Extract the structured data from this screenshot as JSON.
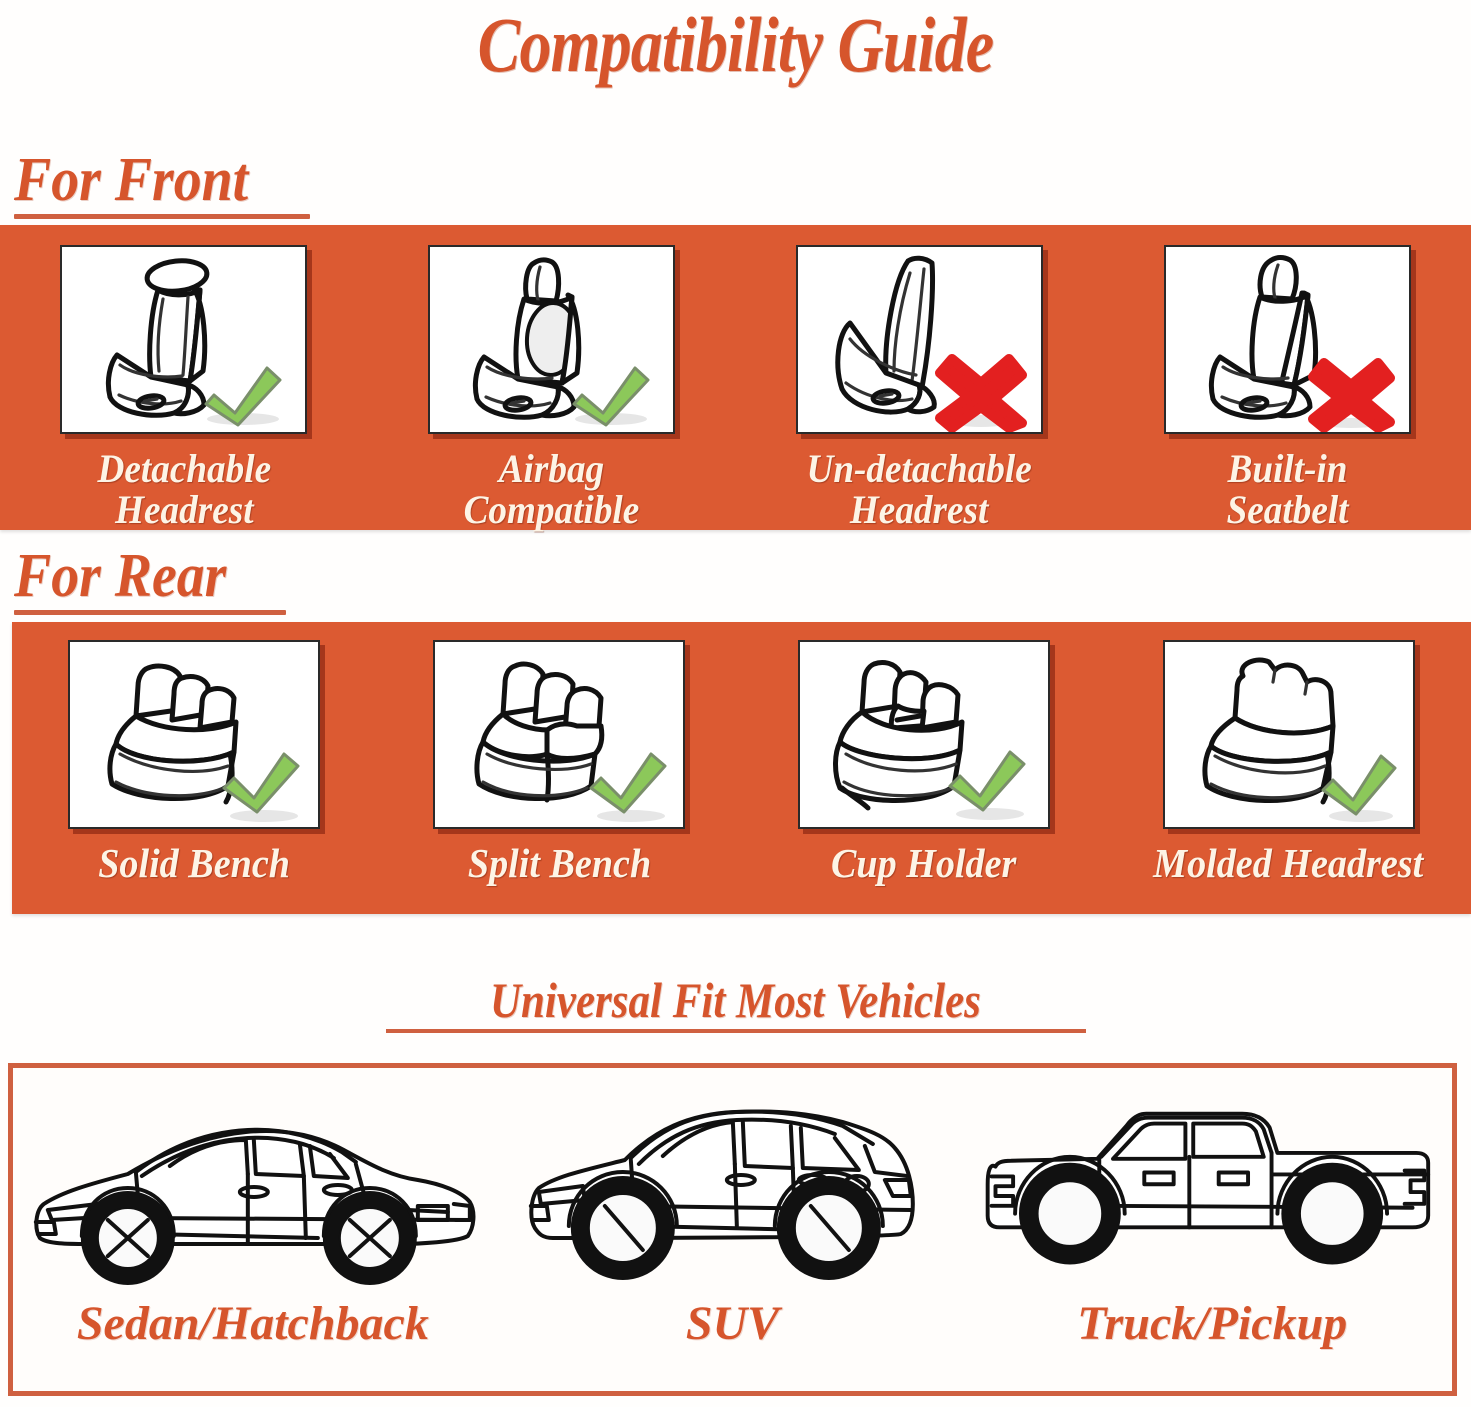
{
  "title": "Compatibility Guide",
  "colors": {
    "brand_orange": "#DC5A32",
    "title_orange": "#D6552C",
    "caption_cream": "#FDF4E6",
    "check_green": "#8CC85A",
    "cross_red": "#E32020",
    "box_border": "#CF6040"
  },
  "sections": {
    "front": {
      "heading": "For Front",
      "items": [
        {
          "label": "Detachable\nHeadrest",
          "status": "compatible",
          "status_icon": "green-check-icon",
          "art": "seat-detachable-headrest"
        },
        {
          "label": "Airbag\nCompatible",
          "status": "compatible",
          "status_icon": "green-check-icon",
          "art": "seat-airbag-compatible"
        },
        {
          "label": "Un-detachable\nHeadrest",
          "status": "incompatible",
          "status_icon": "red-cross-icon",
          "art": "seat-undetachable-headrest"
        },
        {
          "label": "Built-in\nSeatbelt",
          "status": "incompatible",
          "status_icon": "red-cross-icon",
          "art": "seat-builtin-seatbelt"
        }
      ]
    },
    "rear": {
      "heading": "For Rear",
      "items": [
        {
          "label": "Solid Bench",
          "status": "compatible",
          "status_icon": "green-check-icon",
          "art": "bench-solid"
        },
        {
          "label": "Split Bench",
          "status": "compatible",
          "status_icon": "green-check-icon",
          "art": "bench-split"
        },
        {
          "label": "Cup Holder",
          "status": "compatible",
          "status_icon": "green-check-icon",
          "art": "bench-cup-holder"
        },
        {
          "label": "Molded Headrest",
          "status": "compatible",
          "status_icon": "green-check-icon",
          "art": "bench-molded-headrest"
        }
      ]
    },
    "universal": {
      "heading": "Universal Fit Most Vehicles",
      "vehicles": [
        {
          "label": "Sedan/Hatchback",
          "art": "sedan-icon"
        },
        {
          "label": "SUV",
          "art": "suv-icon"
        },
        {
          "label": "Truck/Pickup",
          "art": "truck-icon"
        }
      ]
    }
  }
}
